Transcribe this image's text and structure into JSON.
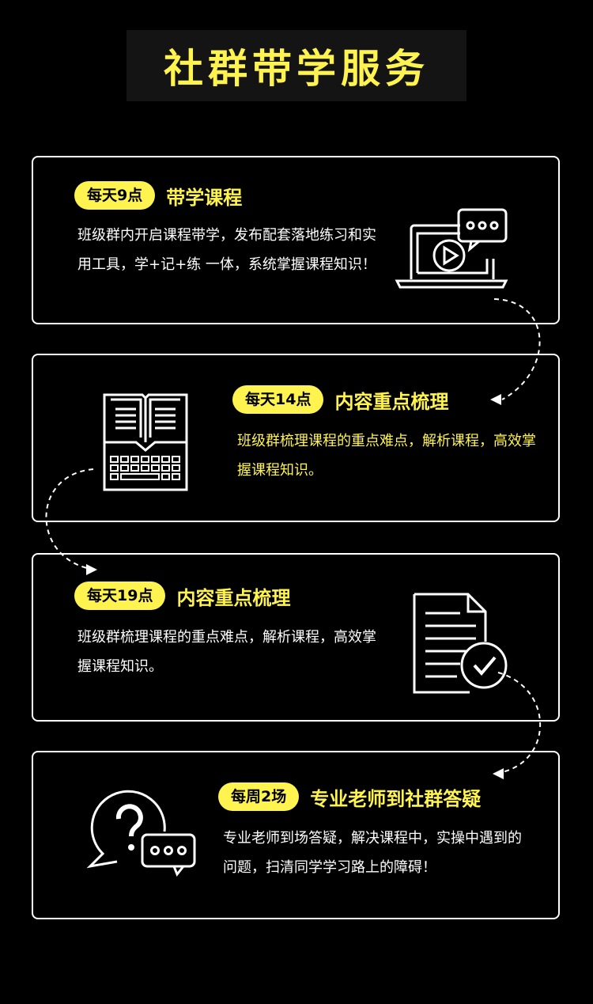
{
  "header": {
    "title": "社群带学服务"
  },
  "cards": [
    {
      "badge": "每天9点",
      "heading": "带学课程",
      "description": "班级群内开启课程带学，发布配套落地练习和实用工具，学+记+练 一体，系统掌握课程知识！",
      "icon": "laptop-video-chat-icon"
    },
    {
      "badge": "每天14点",
      "heading": "内容重点梳理",
      "description": "班级群梳理课程的重点难点，解析课程，高效掌握课程知识。",
      "icon": "book-keyboard-icon"
    },
    {
      "badge": "每天19点",
      "heading": "内容重点梳理",
      "description": "班级群梳理课程的重点难点，解析课程，高效掌握课程知识。",
      "icon": "document-check-icon"
    },
    {
      "badge": "每周2场",
      "heading": "专业老师到社群答疑",
      "description": "专业老师到场答疑，解决课程中，实操中遇到的问题，扫清同学学习路上的障碍！",
      "icon": "question-chat-icon"
    }
  ],
  "colors": {
    "accent": "#fff44f",
    "background": "#000000",
    "text": "#ffffff"
  }
}
